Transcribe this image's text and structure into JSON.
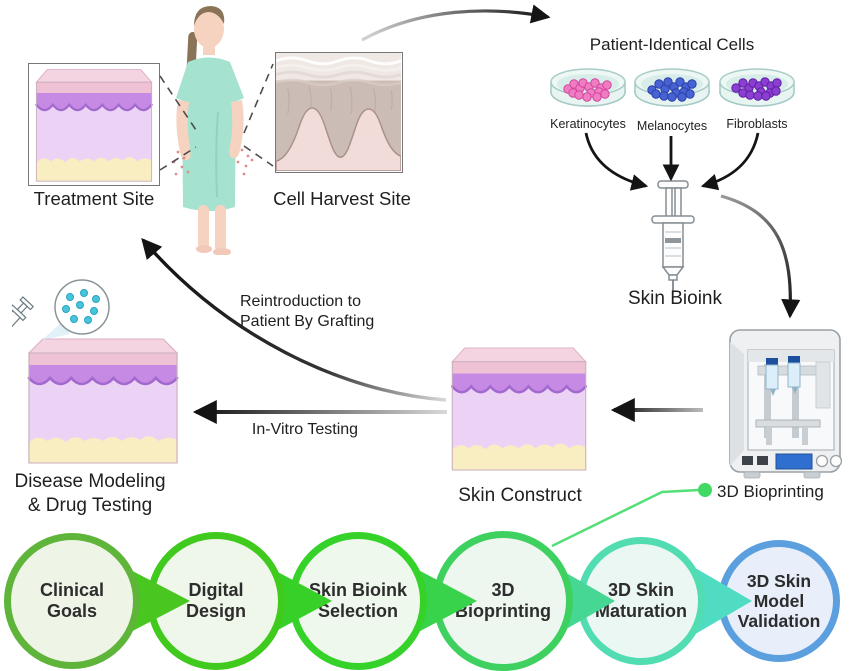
{
  "sites": {
    "treatment_label": "Treatment Site",
    "harvest_label": "Cell Harvest Site"
  },
  "cells": {
    "title": "Patient-Identical Cells",
    "dishes": [
      {
        "label": "Keratinocytes",
        "cell_color": "#f07cc2"
      },
      {
        "label": "Melanocytes",
        "cell_color": "#4763d3"
      },
      {
        "label": "Fibroblasts",
        "cell_color": "#8b3ed2"
      }
    ]
  },
  "bioink": {
    "label": "Skin Bioink"
  },
  "printer": {
    "label": "3D Bioprinting",
    "accent_color": "#3fd963"
  },
  "construct": {
    "label": "Skin Construct"
  },
  "disease": {
    "label": "Disease Modeling\n& Drug Testing"
  },
  "flows": {
    "reintroduction": "Reintroduction to\nPatient By Grafting",
    "invitro": "In-Vitro Testing"
  },
  "workflow": {
    "steps": [
      {
        "label": "Clinical\nGoals",
        "ring_color": "#5fb43a",
        "fill_color": "#eef5e7"
      },
      {
        "label": "Digital\nDesign",
        "ring_color": "#40ca1e",
        "fill_color": "#eef7e9"
      },
      {
        "label": "Skin Bioink\nSelection",
        "ring_color": "#35d22a",
        "fill_color": "#eff8ec"
      },
      {
        "label": "3D\nBioprinting",
        "ring_color": "#3ed160",
        "fill_color": "#edf7f0"
      },
      {
        "label": "3D Skin\nMaturation",
        "ring_color": "#52dcb2",
        "fill_color": "#eaf7f3"
      },
      {
        "label": "3D Skin\nModel\nValidation",
        "ring_color": "#5b9fdf",
        "fill_color": "#e8effa"
      }
    ]
  },
  "skin_layer_colors": {
    "top_face": "#f4d4e1",
    "epidermis": "#c78ae4",
    "dermis": "#ecd3f6",
    "hypodermis": "#f9edc2"
  }
}
